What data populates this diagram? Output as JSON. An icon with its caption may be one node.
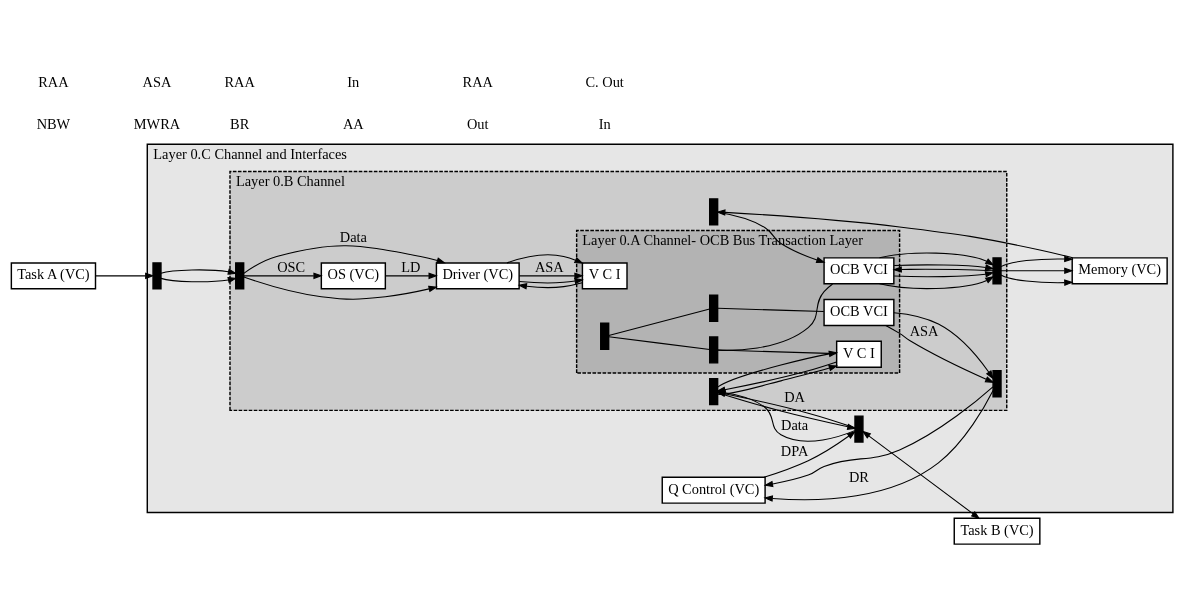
{
  "diagram": {
    "nodes": [
      {
        "text": [
          "Layer 0.C Channel and Interfaces"
        ]
      },
      {
        "text": [
          "Layer 0.B Channel"
        ],
        "in": 0
      },
      {
        "text": [
          "Layer 0.A Channel- OCB Bus Transaction Layer"
        ],
        "in": 1
      },
      {
        "text": [
          "Task A (VC)"
        ]
      },
      {
        "text": [
          "Task B (VC)"
        ]
      },
      {
        "text": [],
        "shape": "bar",
        "in": 0
      },
      {
        "text": [],
        "shape": "bar",
        "in": 1
      },
      {
        "text": [
          "Driver (VC)"
        ],
        "in": 1
      },
      {
        "text": [
          "V C I"
        ],
        "in": 2
      },
      {
        "text": [
          "V C I"
        ],
        "in": 2
      },
      {
        "text": [],
        "shape": "bar",
        "in": 1
      },
      {
        "text": [],
        "shape": "bar",
        "in": 0
      },
      {
        "text": [
          "OS (VC)"
        ],
        "in": 1
      },
      {
        "text": [],
        "shape": "bar",
        "in": 2
      },
      {
        "text": [],
        "shape": "bar",
        "in": 2
      },
      {
        "text": [
          "OCB VCI"
        ],
        "in": 2
      },
      {
        "text": [
          "OCB VCI"
        ],
        "in": 2
      },
      {
        "text": [],
        "shape": "bar",
        "in": 2
      },
      {
        "text": [],
        "shape": "bar",
        "in": 1
      },
      {
        "text": [],
        "shape": "bar",
        "in": 1
      },
      {
        "text": [
          "Memory (VC)"
        ],
        "in": 0
      },
      {
        "text": [
          "Q Control (VC)"
        ],
        "in": 0
      },
      {
        "text": [],
        "shape": "bar",
        "in": 1
      }
    ],
    "edges": [
      {
        "from": 3,
        "to": 5,
        "arrow": "to"
      },
      {
        "from": 5,
        "to": 6,
        "arrow": "to"
      },
      {
        "from": 5,
        "to": 6,
        "arrow": "to"
      },
      {
        "from": 6,
        "to": 7,
        "arrow": "to",
        "label": "Data"
      },
      {
        "from": 6,
        "to": 7,
        "arrow": "to"
      },
      {
        "from": 6,
        "to": 12,
        "arrow": "to",
        "label": "OSC"
      },
      {
        "from": 12,
        "to": 7,
        "arrow": "to",
        "label": "LD"
      },
      {
        "from": 7,
        "to": 8,
        "arrow": "to"
      },
      {
        "from": 8,
        "to": 7,
        "arrow": "to"
      },
      {
        "from": 7,
        "to": 8,
        "arrow": "to",
        "label": "ASA"
      },
      {
        "from": 7,
        "to": 8,
        "arrow": "to"
      },
      {
        "from": 13,
        "to": 14,
        "arrow": "none"
      },
      {
        "from": 13,
        "to": 17,
        "arrow": "none"
      },
      {
        "from": 14,
        "to": 9,
        "arrow": "none"
      },
      {
        "from": 14,
        "to": 15,
        "arrow": "none"
      },
      {
        "from": 17,
        "to": 16,
        "arrow": "none"
      },
      {
        "from": 10,
        "to": 9,
        "arrow": "to"
      },
      {
        "from": 10,
        "to": 9,
        "arrow": "to"
      },
      {
        "from": 9,
        "to": 10,
        "arrow": "to"
      },
      {
        "from": 11,
        "to": 10,
        "arrow": "to",
        "label": "DA"
      },
      {
        "from": 11,
        "to": 10,
        "arrow": "to",
        "label": "Data"
      },
      {
        "from": 10,
        "to": 11,
        "arrow": "to"
      },
      {
        "from": 11,
        "to": 4,
        "arrow": "both"
      },
      {
        "from": 15,
        "to": 18,
        "arrow": "to"
      },
      {
        "from": 15,
        "to": 18,
        "arrow": "to"
      },
      {
        "from": 15,
        "to": 18,
        "arrow": "to"
      },
      {
        "from": 18,
        "to": 15,
        "arrow": "to"
      },
      {
        "from": 15,
        "to": 18,
        "arrow": "to"
      },
      {
        "from": 19,
        "to": 15,
        "arrow": "to"
      },
      {
        "from": 18,
        "to": 20,
        "arrow": "to"
      },
      {
        "from": 18,
        "to": 20,
        "arrow": "to"
      },
      {
        "from": 18,
        "to": 20,
        "arrow": "to"
      },
      {
        "from": 20,
        "to": 19,
        "arrow": "to"
      },
      {
        "from": 16,
        "to": 22,
        "arrow": "to",
        "label": "ASA"
      },
      {
        "from": 16,
        "to": 22,
        "arrow": "to"
      },
      {
        "from": 22,
        "to": 21,
        "arrow": "to",
        "label": "DR"
      },
      {
        "from": 22,
        "to": 21,
        "arrow": "to"
      },
      {
        "from": 21,
        "to": 11,
        "arrow": "to",
        "label": "DPA"
      }
    ],
    "labels": [
      "NBW",
      "RAA",
      "MWRA",
      "ASA",
      "BR",
      "RAA",
      "AA",
      "In",
      "Out",
      "RAA",
      "In",
      "C. Out"
    ]
  }
}
